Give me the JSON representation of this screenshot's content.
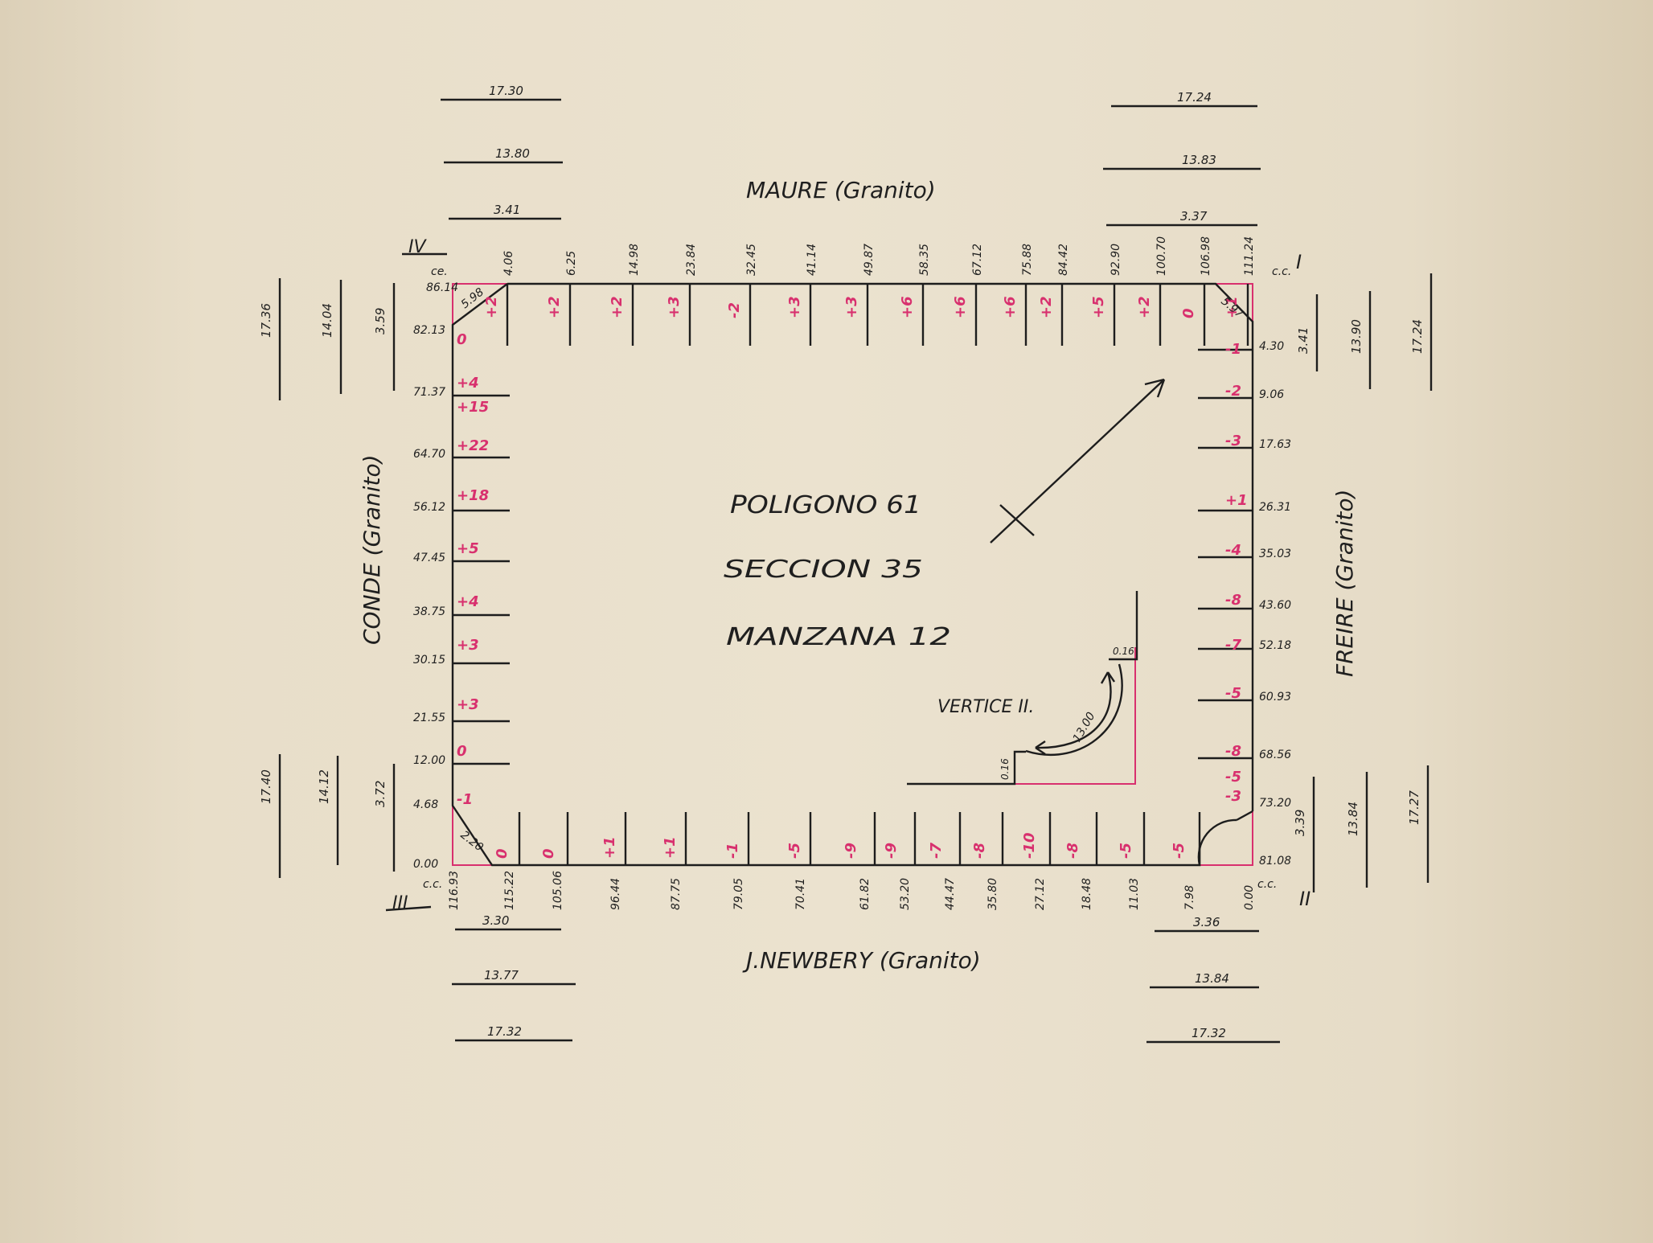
{
  "title": {
    "poligono": "POLIGONO 61",
    "seccion": "SECCION 35",
    "manzana": "MANZANA 12"
  },
  "streets": {
    "top": "MAURE (Granito)",
    "bottom": "J.NEWBERY (Granito)",
    "left": "CONDE (Granito)",
    "right": "FREIRE (Granito)"
  },
  "vertices": {
    "v1": "I",
    "v2": "II",
    "v3": "III",
    "v4": "IV",
    "cc": "c.c.",
    "ce": "ce."
  },
  "corner_chamfers": {
    "top_left": "5.98",
    "top_right": "5.97",
    "bottom_left": "2.20"
  },
  "vertex_detail": {
    "label": "VERTICE II.",
    "arc": "13.00",
    "offset_top": "0.16",
    "offset_left": "0.16"
  },
  "top_edge": {
    "distances": [
      "4.06",
      "6.25",
      "14.98",
      "23.84",
      "32.45",
      "41.14",
      "49.87",
      "58.35",
      "67.12",
      "75.88",
      "84.42",
      "92.90",
      "100.70",
      "106.98",
      "111.24"
    ],
    "levels": [
      "+2",
      "+2",
      "+2",
      "+3",
      "-2",
      "+3",
      "+3",
      "+6",
      "+6",
      "+6",
      "+2",
      "+5",
      "+2",
      "0",
      "+1"
    ],
    "start": "86.14"
  },
  "bottom_edge": {
    "distances": [
      "116.93",
      "115.22",
      "105.06",
      "96.44",
      "87.75",
      "79.05",
      "70.41",
      "61.82",
      "53.20",
      "44.47",
      "35.80",
      "27.12",
      "18.48",
      "11.03",
      "7.98",
      "0.00"
    ],
    "levels": [
      "0",
      "0",
      "+1",
      "+1",
      "-1",
      "-5",
      "-9",
      "-9",
      "-7",
      "-8",
      "-10",
      "-8",
      "-5",
      "-5"
    ]
  },
  "left_edge": {
    "distances": [
      "82.13",
      "71.37",
      "64.70",
      "56.12",
      "47.45",
      "38.75",
      "30.15",
      "21.55",
      "12.00",
      "4.68",
      "0.00"
    ],
    "levels": [
      "0",
      "+4",
      "+15",
      "+22",
      "+18",
      "+5",
      "+4",
      "+3",
      "+3",
      "0",
      "-1"
    ]
  },
  "right_edge": {
    "distances": [
      "4.30",
      "9.06",
      "17.63",
      "26.31",
      "35.03",
      "43.60",
      "52.18",
      "60.93",
      "68.56",
      "73.20",
      "81.08"
    ],
    "levels": [
      "-1",
      "-2",
      "-3",
      "+1",
      "-4",
      "-8",
      "-7",
      "-5",
      "-8",
      "-5",
      "-3"
    ]
  },
  "widths": {
    "top_left": [
      "17.30",
      "13.80",
      "3.41"
    ],
    "top_right": [
      "17.24",
      "13.83",
      "3.37"
    ],
    "bottom_left": [
      "3.30",
      "13.77",
      "17.32"
    ],
    "bottom_right": [
      "3.36",
      "13.84",
      "17.32"
    ],
    "left_upper": [
      "17.36",
      "14.04",
      "3.59"
    ],
    "left_lower": [
      "17.40",
      "14.12",
      "3.72"
    ],
    "right_upper": [
      "3.41",
      "13.90",
      "17.24"
    ],
    "right_lower": [
      "3.39",
      "13.84",
      "17.27"
    ]
  }
}
